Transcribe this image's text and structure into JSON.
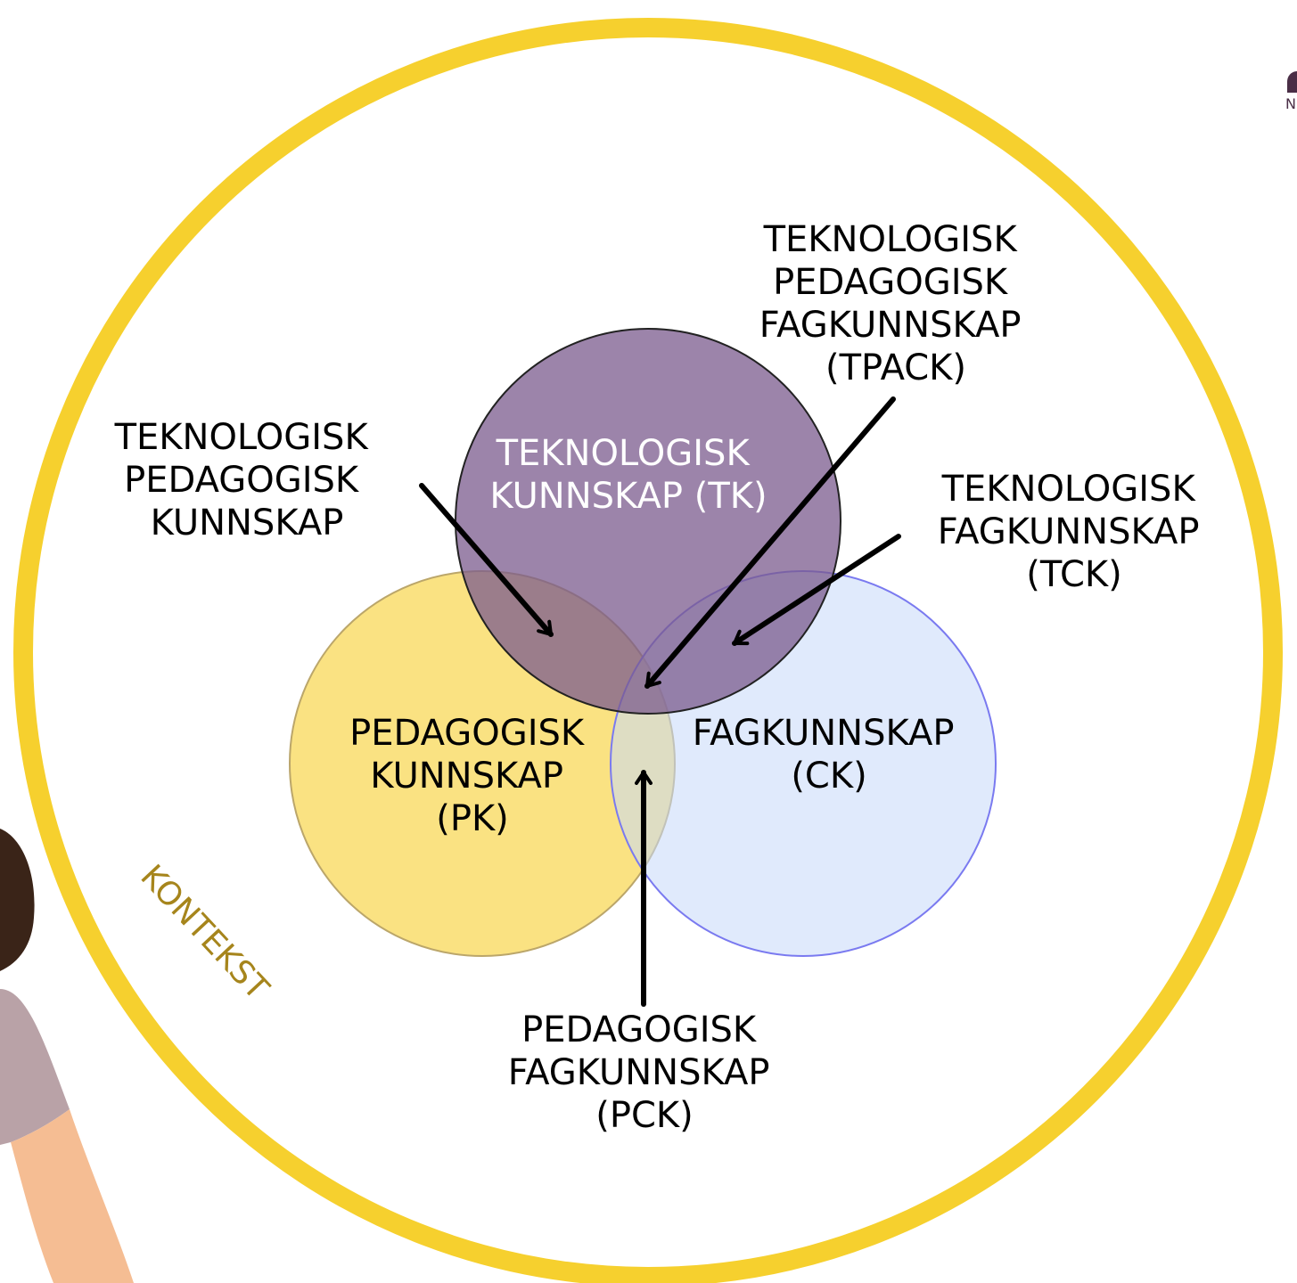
{
  "colors": {
    "context_ring": "#F6D02E",
    "tk_fill": "#7B5B8E",
    "pk_fill": "#F6CF2E",
    "ck_fill": "#C7D9F9",
    "ck_stroke": "#7A7AF0",
    "context_text": "#A6851C",
    "logo": "#4A2E46",
    "person_hair": "#3A2418",
    "person_shirt": "#B9A2A7",
    "person_skin": "#F5BD93"
  },
  "icons": {
    "logo": "logo-mark-icon",
    "person": "person-illustration-icon"
  },
  "diagram": {
    "context_label": "KONTEKST",
    "circles": {
      "tk": {
        "lines": [
          "TEKNOLOGISK",
          "KUNNSKAP (TK)"
        ]
      },
      "pk": {
        "lines": [
          "PEDAGOGISK",
          "KUNNSKAP",
          "(PK)"
        ]
      },
      "ck": {
        "lines": [
          "FAGKUNNSKAP",
          "(CK)"
        ]
      }
    },
    "callouts": {
      "tpk": {
        "lines": [
          "TEKNOLOGISK",
          "PEDAGOGISK",
          "KUNNSKAP"
        ]
      },
      "tpack": {
        "lines": [
          "TEKNOLOGISK",
          "PEDAGOGISK",
          "FAGKUNNSKAP",
          "(TPACK)"
        ]
      },
      "tck": {
        "lines": [
          "TEKNOLOGISK",
          "FAGKUNNSKAP",
          "(TCK)"
        ]
      },
      "pck": {
        "lines": [
          "PEDAGOGISK",
          "FAGKUNNSKAP",
          "(PCK)"
        ]
      }
    },
    "logo_fragment": "N"
  }
}
